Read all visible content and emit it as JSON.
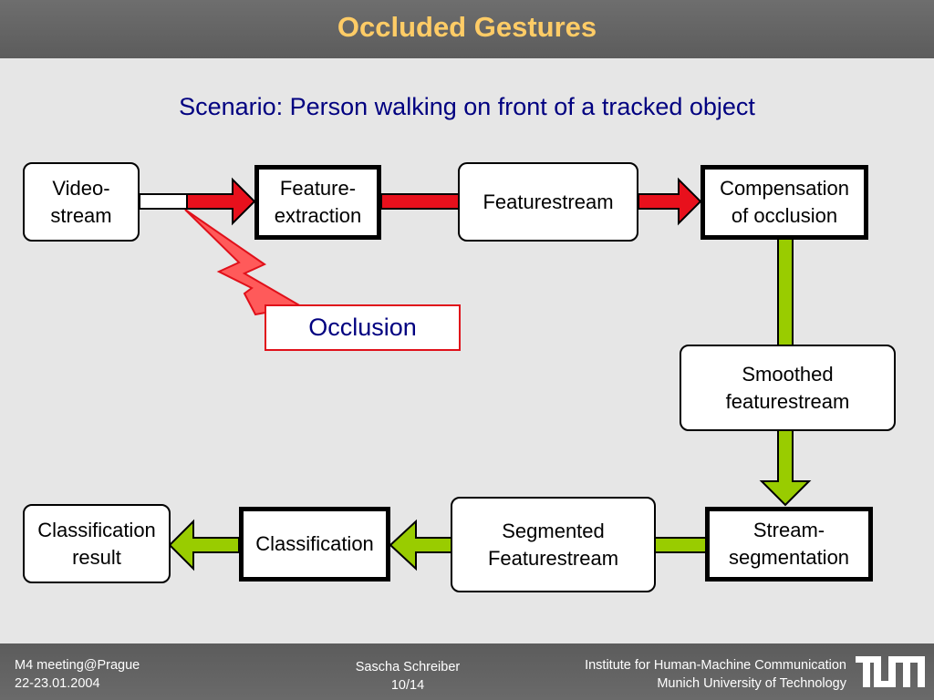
{
  "slide": {
    "title": "Occluded Gestures",
    "subtitle": "Scenario: Person walking on front of a tracked object"
  },
  "nodes": {
    "video_stream": "Video-\nstream",
    "feature_extraction": "Feature-\nextraction",
    "featurestream": "Featurestream",
    "compensation": "Compensation\nof occlusion",
    "smoothed": "Smoothed\nfeaturestream",
    "stream_segmentation": "Stream-\nsegmentation",
    "segmented": "Segmented\nFeaturestream",
    "classification": "Classification",
    "classification_result": "Classification\nresult"
  },
  "occlusion_label": "Occlusion",
  "colors": {
    "red_arrow": "#e8101c",
    "green_arrow": "#99cc00",
    "occlusion_border": "#e0101a",
    "title": "#ffcc66",
    "subtitle": "#000080"
  },
  "footer": {
    "left_line1": "M4 meeting@Prague",
    "left_line2": "22-23.01.2004",
    "center_line1": "Sascha Schreiber",
    "center_line2": "10/14",
    "right_line1": "Institute for Human-Machine Communication",
    "right_line2": "Munich University of Technology",
    "logo_icon": "tum-logo-icon"
  }
}
